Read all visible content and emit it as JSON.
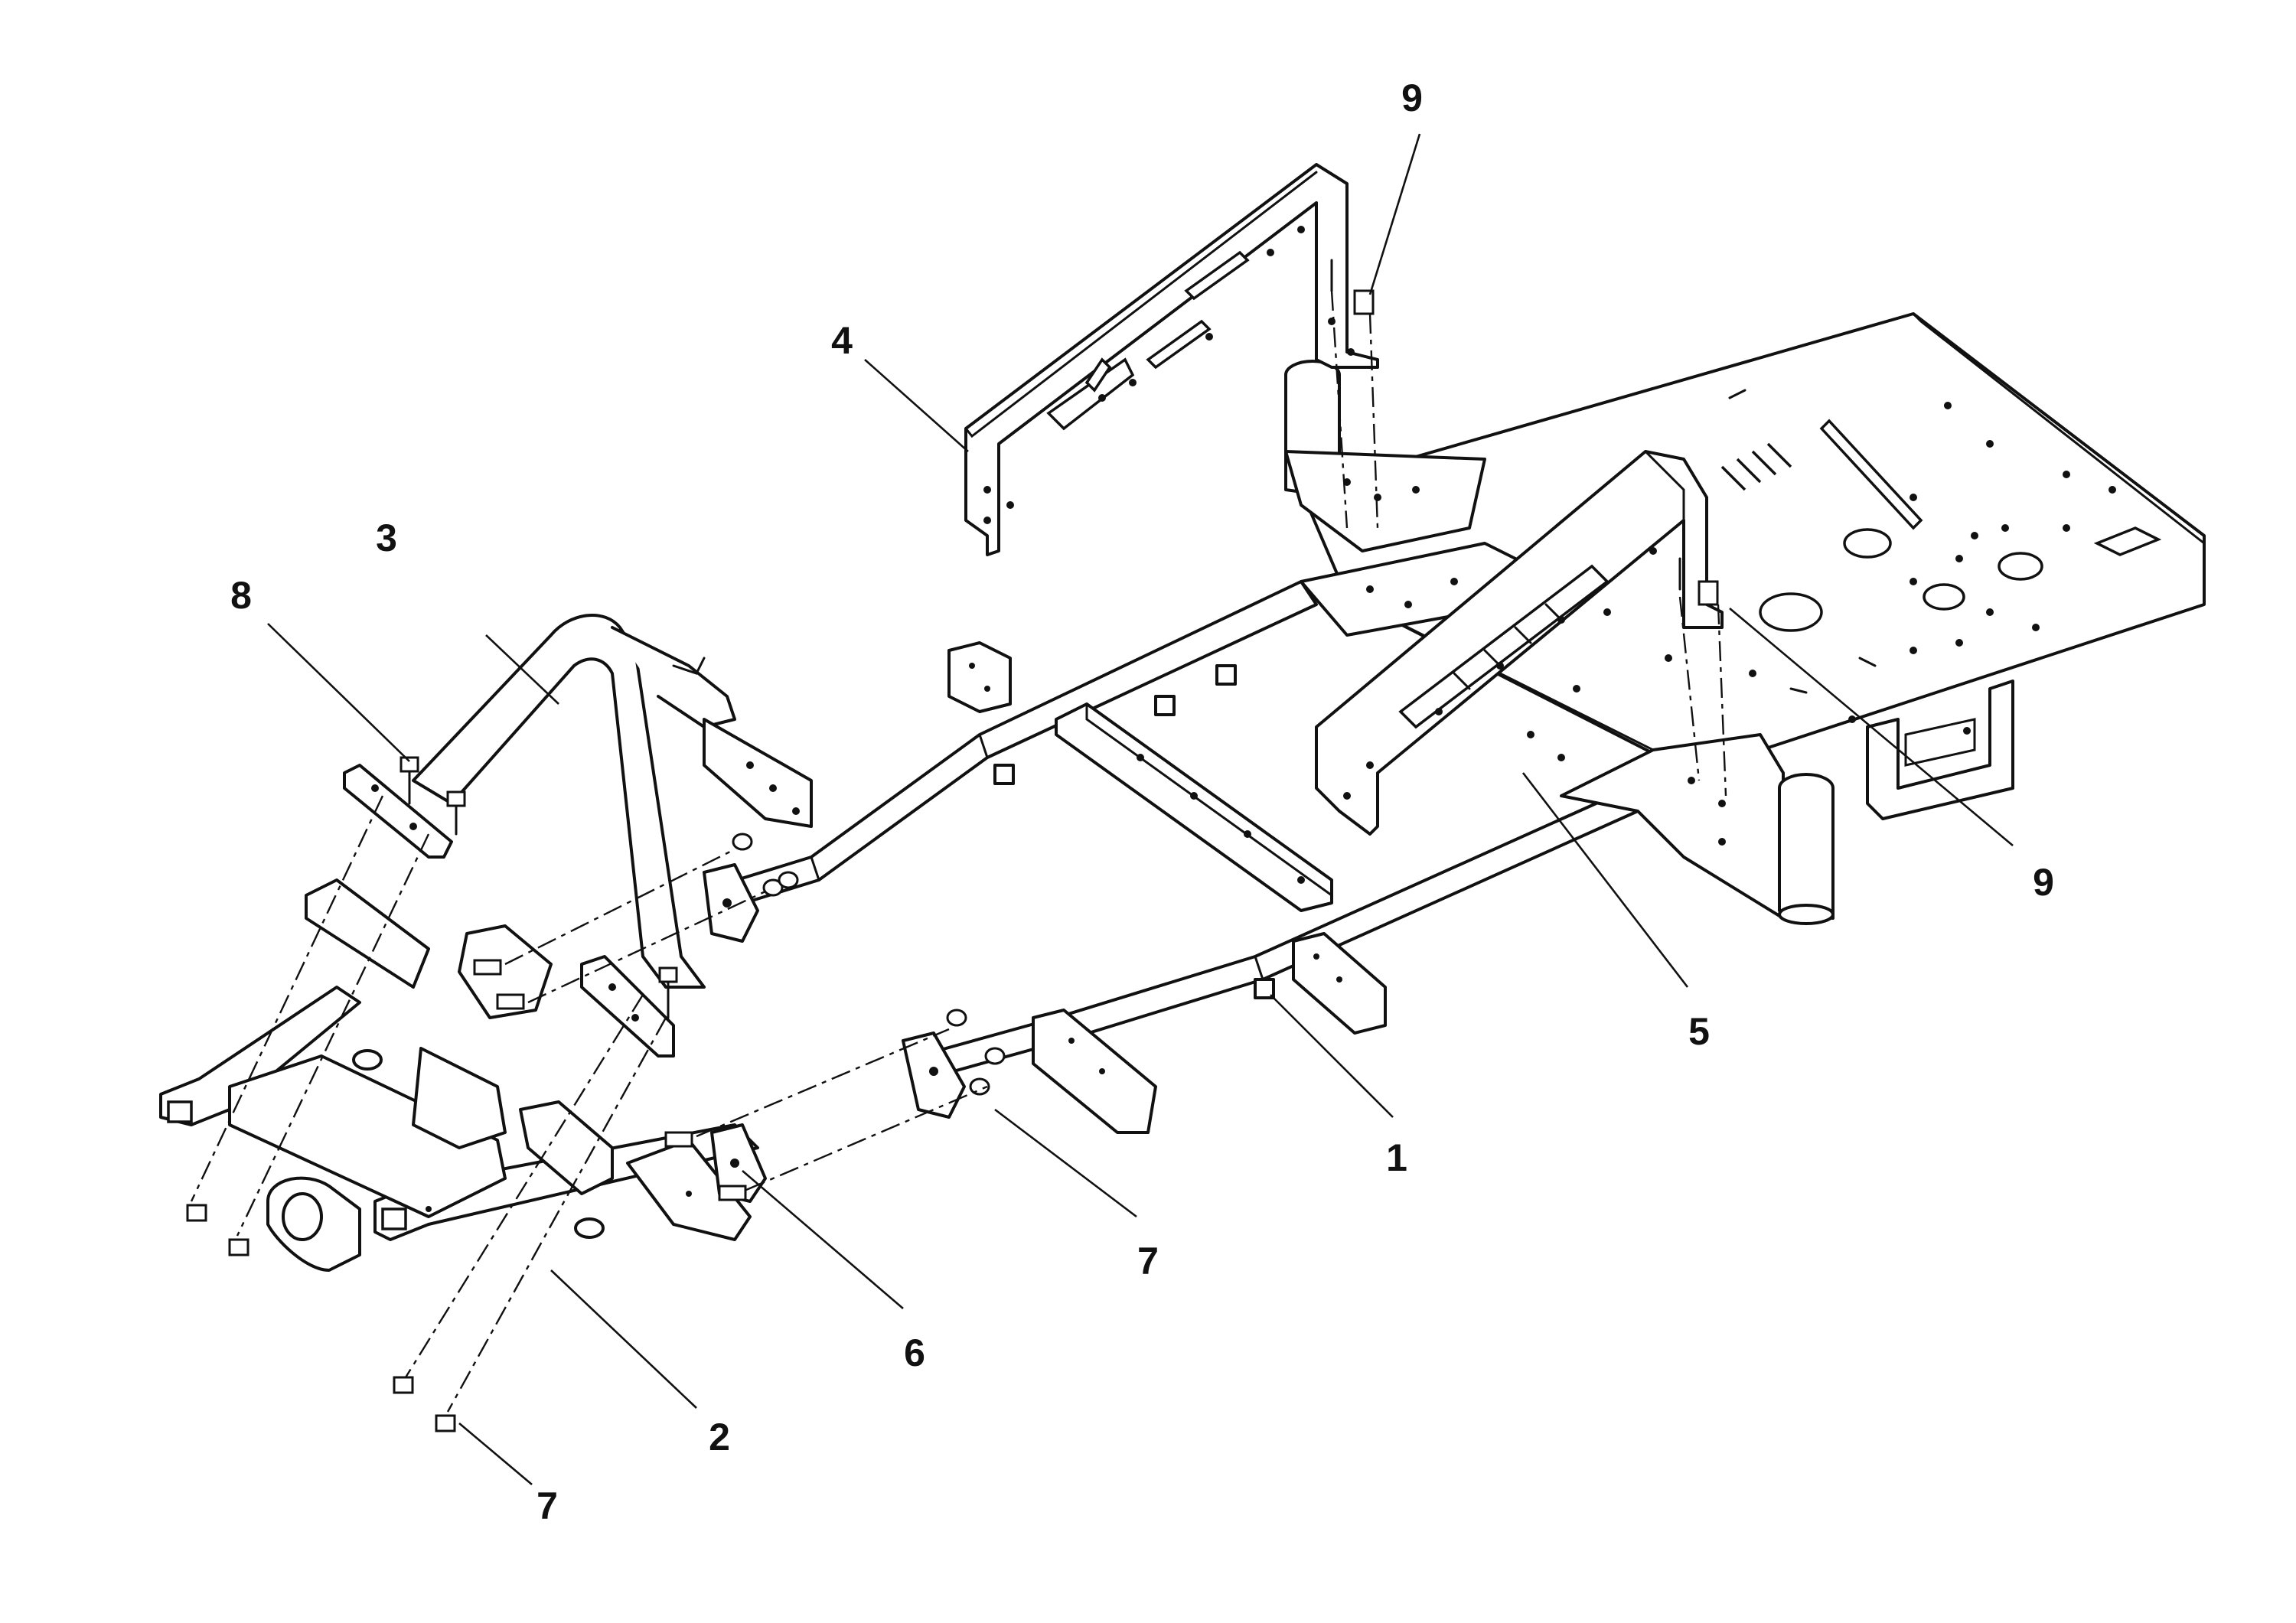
{
  "callouts": [
    {
      "id": "c1",
      "label": "1"
    },
    {
      "id": "c2",
      "label": "2"
    },
    {
      "id": "c3",
      "label": "3"
    },
    {
      "id": "c4",
      "label": "4"
    },
    {
      "id": "c5",
      "label": "5"
    },
    {
      "id": "c6",
      "label": "6"
    },
    {
      "id": "c7a",
      "label": "7"
    },
    {
      "id": "c7b",
      "label": "7"
    },
    {
      "id": "c8",
      "label": "8"
    },
    {
      "id": "c9a",
      "label": "9"
    },
    {
      "id": "c9b",
      "label": "9"
    }
  ]
}
